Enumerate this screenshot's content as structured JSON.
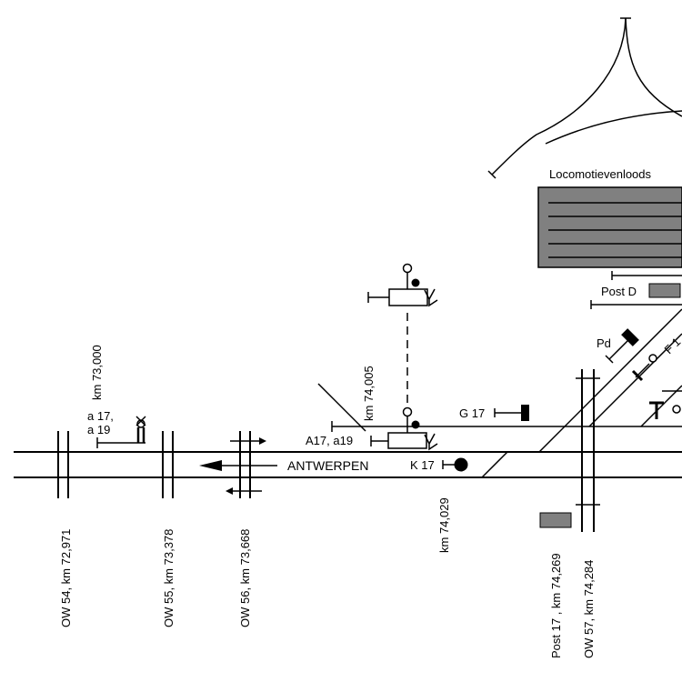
{
  "labels": {
    "depot": "Locomotievenloods",
    "post_d": "Post D",
    "pd": "Pd",
    "f": "F 1",
    "g17": "G 17",
    "a17_a19": "A17, a19",
    "a17": "a 17,",
    "a19": "a 19",
    "k17": "K 17",
    "antwerpen": "ANTWERPEN",
    "km_73000": "km 73,000",
    "km_74005": "km 74,005",
    "km_74029": "km 74,029",
    "ow54": "OW 54, km 72,971",
    "ow55": "OW 55, km 73,378",
    "ow56": "OW 56, km 73,668",
    "post17": "Post 17 , km 74,269",
    "ow57": "OW 57, km 74,284"
  },
  "colors": {
    "building_fill": "#808080",
    "line": "#000000",
    "background": "#ffffff"
  }
}
